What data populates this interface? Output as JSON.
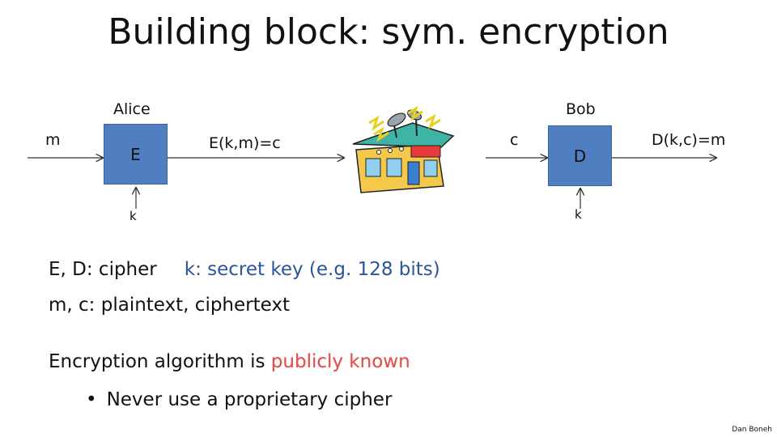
{
  "title": "Building block:   sym. encryption",
  "diagram": {
    "alice_label": "Alice",
    "bob_label": "Bob",
    "alice_input": "m",
    "alice_box": "E",
    "alice_key": "k",
    "ciphertext_label": "E(k,m)=c",
    "bob_input": "c",
    "bob_box": "D",
    "bob_output": "D(k,c)=m",
    "bob_key": "k",
    "box_color": "#4f7fc0",
    "channel_icon": "radio-station-icon"
  },
  "body": {
    "line1_a": "E, D:  cipher",
    "line1_b": "k:  secret key (e.g. 128 bits)",
    "line2": "m, c:  plaintext,  ciphertext",
    "line3_a": "Encryption algorithm is ",
    "line3_b": "publicly known",
    "bullet": "Never use a proprietary cipher"
  },
  "footer": "Dan Boneh",
  "colors": {
    "accent_blue": "#2a5597",
    "highlight_red": "#e05050"
  }
}
